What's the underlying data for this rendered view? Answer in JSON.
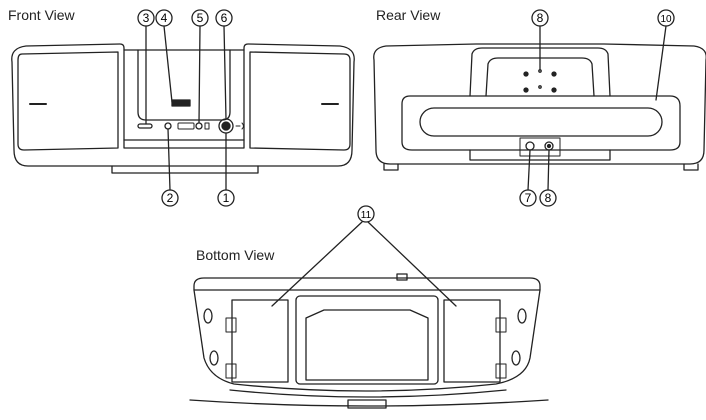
{
  "views": {
    "front": "Front View",
    "rear": "Rear View",
    "bottom": "Bottom View"
  },
  "callouts": {
    "front": [
      "3",
      "4",
      "5",
      "6",
      "2",
      "1"
    ],
    "rear": [
      "8",
      "10",
      "7",
      "8"
    ],
    "bottom": [
      "11"
    ]
  },
  "colors": {
    "line": "#222222",
    "fill": "#ffffff",
    "panel": "#f2f2f2"
  }
}
